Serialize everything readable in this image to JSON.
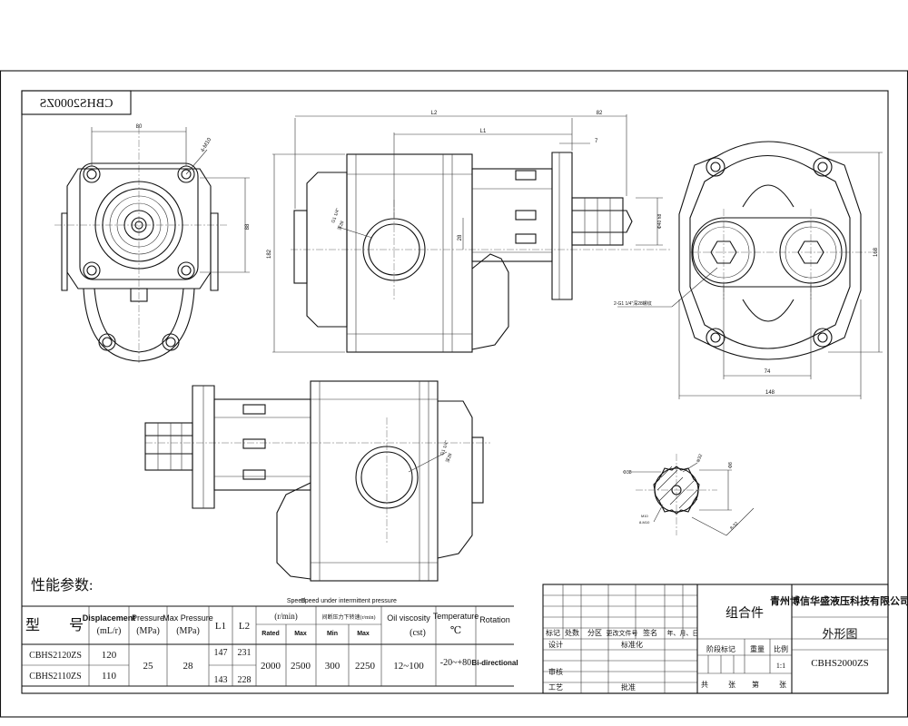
{
  "drawing": {
    "mirrored_code": "CBHS2000ZS",
    "perf_title": "性能参数:"
  },
  "dimensions": {
    "d80": "80",
    "d4m10": "4-M10",
    "d88": "88",
    "d182": "182",
    "dL2": "L2",
    "dL1": "L1",
    "d82": "82",
    "d7": "7",
    "dG1a": "G1 1/4\"",
    "dG1b": "深28",
    "d28": "28",
    "d42": "Φ40 h8",
    "d168": "168",
    "d2g1": "2-G1 1/4\"深28螺纹",
    "d74": "74",
    "d148": "148",
    "dG1c": "G1 1/4\"",
    "dG1d": "深28",
    "sA": "Φ38",
    "sB": "Φ32",
    "sC": "Φ8",
    "sD": "8-32",
    "sE": "M10",
    "sF": "8-M10",
    "sG": "深28"
  },
  "spec_table": {
    "model": "型　　号",
    "displacement": "Displacement",
    "disp_unit": "(mL/r)",
    "pressure": "Pressure",
    "pressure_unit": "(MPa)",
    "max_pressure": "Max Pressure",
    "max_unit": "(MPa)",
    "l1": "L1",
    "l2": "L2",
    "speed": "Speed",
    "speed_unit": "(r/min)",
    "speed_inter": "Speed under intermittent pressure",
    "speed_inter_cn": "间断压力下转速(r/min)",
    "rated": "Rated",
    "max": "Max",
    "min": "Min",
    "max2": "Max",
    "viscosity": "Oil viscosity",
    "visc_unit": "(cst)",
    "temperature": "Temperature",
    "temp_unit": "℃",
    "rotation": "Rotation",
    "rows": [
      {
        "model": "CBHS2120ZS",
        "disp": "120",
        "l1": "147",
        "l2": "231"
      },
      {
        "model": "CBHS2110ZS",
        "disp": "110",
        "l1": "143",
        "l2": "228"
      }
    ],
    "shared": {
      "pressure": "25",
      "max_pressure": "28",
      "rated": "2000",
      "max": "2500",
      "min": "300",
      "max2": "2250",
      "viscosity": "12~100",
      "temperature": "-20~+80",
      "rotation": "Bi-directional"
    }
  },
  "title_block": {
    "assembly": "组合件",
    "company": "青州博信华盛液压科技有限公司",
    "view_name": "外形图",
    "code": "CBHS2000ZS",
    "mark": "标记",
    "count": "处数",
    "zone": "分区",
    "change_doc": "更改文件号",
    "sign": "签名",
    "date": "年、月、日",
    "design": "设计",
    "standard": "标准化",
    "stage": "阶段标记",
    "weight": "重量",
    "scale": "比例",
    "scale_val": "1:1",
    "review": "审核",
    "process": "工艺",
    "approve": "批准",
    "total": "共",
    "sheets": "张",
    "num": "第",
    "sheet": "张"
  }
}
